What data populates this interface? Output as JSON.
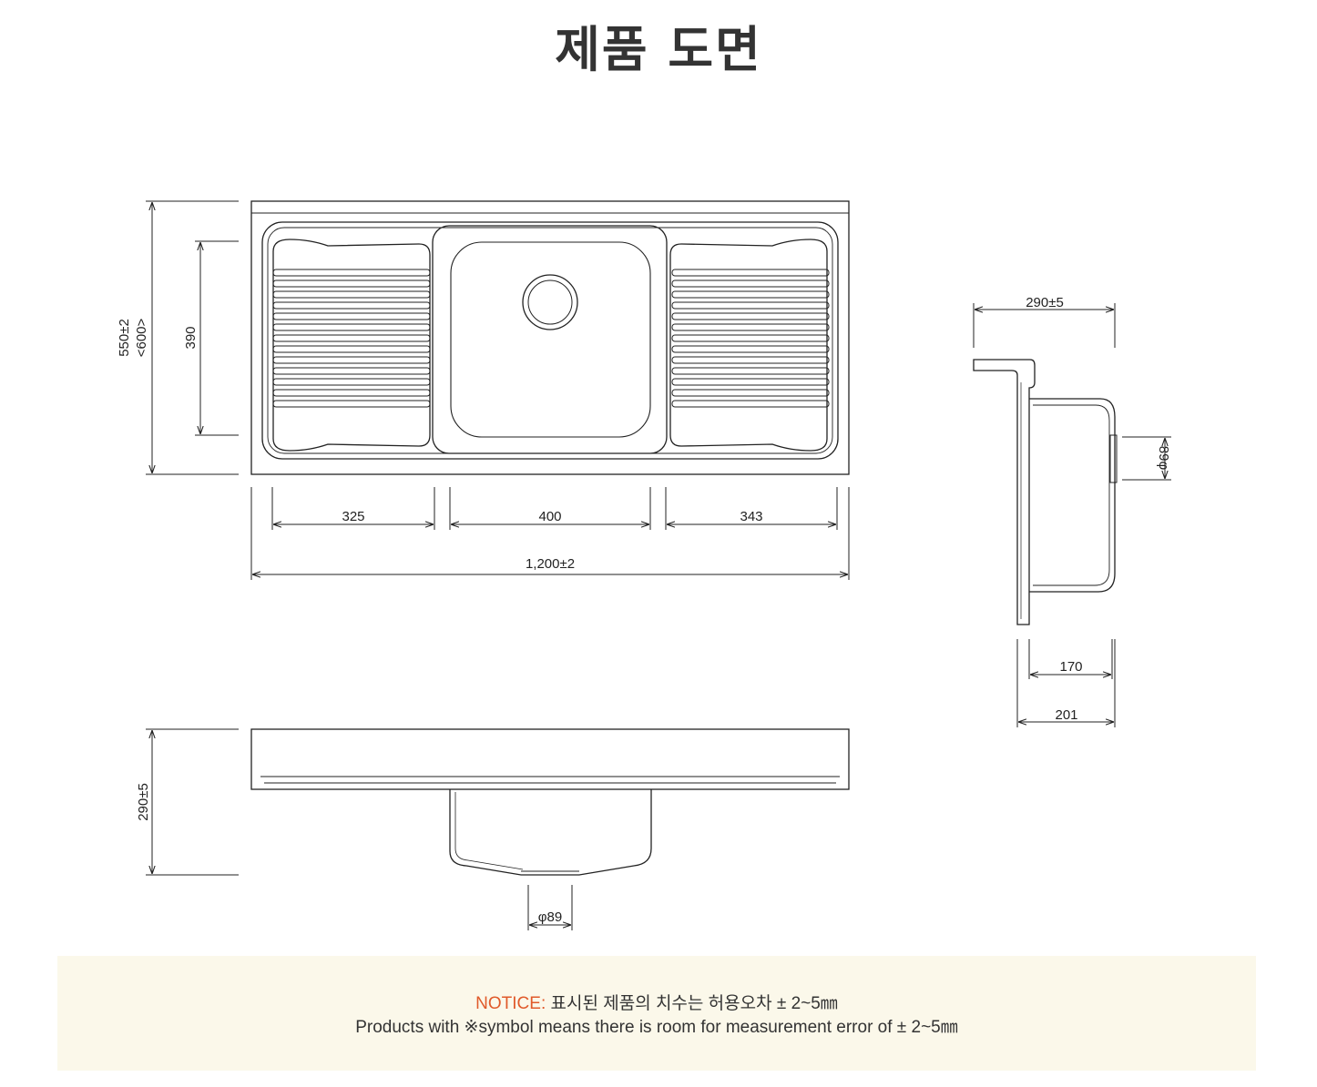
{
  "title": "제품 도면",
  "colors": {
    "notice_accent": "#e05a2a",
    "notice_background": "#fbf8ea",
    "line": "#222222"
  },
  "dimensions": {
    "height_outer": "550±2",
    "height_outer_alt": "<600>",
    "height_inner": "390",
    "left_drainer": "325",
    "bowl": "400",
    "right_drainer": "343",
    "total_width": "1,200±2",
    "side_depth": "290±5",
    "side_drain": "89φ",
    "side_bowl_width": "170",
    "side_total_width": "201",
    "front_depth": "290±5",
    "front_drain": "φ89"
  },
  "notice": {
    "label": "NOTICE:",
    "korean": " 표시된 제품의 치수는 허용오차  ± 2~5㎜",
    "english": "Products with ※symbol means there is room for measurement error of  ± 2~5㎜"
  }
}
